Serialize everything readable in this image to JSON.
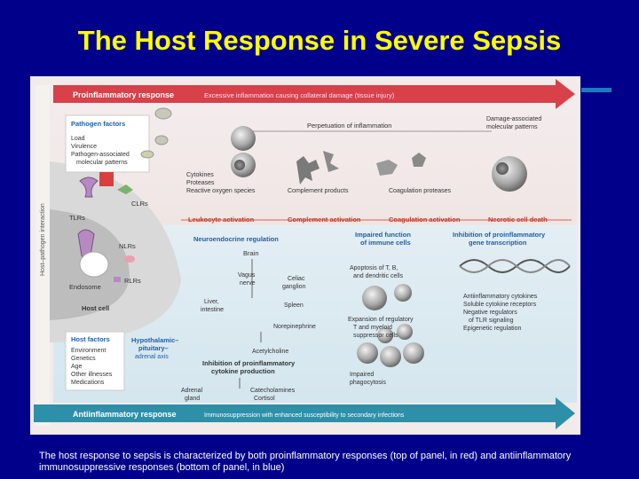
{
  "slide": {
    "title": "The Host Response in Severe Sepsis",
    "caption": "The host response to sepsis is characterized by both proinflammatory responses (top of panel, in red) and antiinflammatory immunosuppressive responses (bottom of panel, in blue)"
  },
  "colors": {
    "background": "#00008b",
    "title": "#ffff00",
    "red_arrow": "#d8404a",
    "blue_arrow": "#2e8fa8",
    "label_red": "#c0392b",
    "label_blue": "#1f5fa8"
  },
  "diagram": {
    "proinflammatory_label": "Proinflammatory response",
    "proinflammatory_text": "Excessive inflammation causing collateral damage (tissue injury)",
    "antiinflammatory_label": "Antiinflammatory response",
    "antiinflammatory_text": "Immunosuppression with enhanced susceptibility to secondary infections",
    "side_label": "Host–pathogen interaction",
    "pathogen_factors_title": "Pathogen factors",
    "pathogen_factors": [
      "Load",
      "Virulence",
      "Pathogen-associated",
      "molecular patterns"
    ],
    "receptors": {
      "clrs": "CLRs",
      "tlrs": "TLRs",
      "nlrs": "NLRs",
      "rlrs": "RLRs",
      "endosome": "Endosome",
      "host_cell": "Host cell"
    },
    "host_factors_title": "Host factors",
    "host_factors": [
      "Environment",
      "Genetics",
      "Age",
      "Other illnesses",
      "Medications"
    ],
    "perpetuation": "Perpetuation of inflammation",
    "damp": [
      "Damage-associated",
      "molecular patterns"
    ],
    "mediators": [
      "Cytokines",
      "Proteases",
      "Reactive oxygen species"
    ],
    "complement_products": "Complement products",
    "coagulation_proteases": "Coagulation proteases",
    "red_labels": [
      "Leukocyte activation",
      "Complement activation",
      "Coagulation activation",
      "Necrotic cell death"
    ],
    "neuroendocrine": "Neuroendocrine regulation",
    "impaired_function": [
      "Impaired function",
      "of immune cells"
    ],
    "inhibition_gene": [
      "Inhibition of proinflammatory",
      "gene transcription"
    ],
    "brain": "Brain",
    "vagus_nerve": [
      "Vagus",
      "nerve"
    ],
    "celiac_ganglion": [
      "Celiac",
      "ganglion"
    ],
    "liver_intestine": [
      "Liver,",
      "intestine"
    ],
    "spleen": "Spleen",
    "norepinephrine": "Norepinephrine",
    "acetylcholine": "Acetylcholine",
    "apoptosis": [
      "Apoptosis of T, B,",
      "and dendritic cells"
    ],
    "expansion": [
      "Expansion of regulatory",
      "T and myeloid",
      "suppressor cells"
    ],
    "impaired_phagocytosis": [
      "Impaired",
      "phagocytosis"
    ],
    "antiinflammatory_list": [
      "Antiinflammatory cytokines",
      "Soluble cytokine receptors",
      "Negative regulators",
      "of TLR signaling",
      "Epigenetic regulation"
    ],
    "hpa_axis": [
      "Hypothalamic–",
      "pituitary–",
      "adrenal axis"
    ],
    "inhibition_cytokine": [
      "Inhibition of proinflammatory",
      "cytokine production"
    ],
    "adrenal_gland": [
      "Adrenal",
      "gland"
    ],
    "catecholamines": [
      "Catecholamines",
      "Cortisol"
    ]
  }
}
